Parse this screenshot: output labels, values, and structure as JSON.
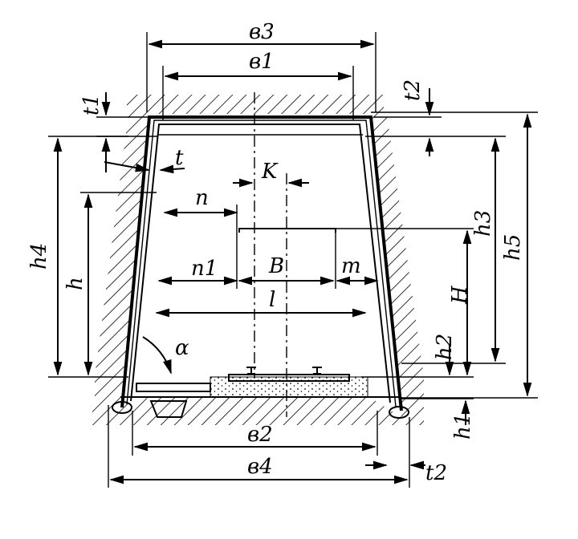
{
  "drawing": {
    "labels": {
      "b3": "в3",
      "b1": "в1",
      "t1": "t1",
      "t_top_right": "t2",
      "t": "t",
      "k": "K",
      "n": "n",
      "n1": "n1",
      "B": "B",
      "m": "m",
      "l": "l",
      "h4": "h4",
      "h": "h",
      "h3": "h3",
      "h5": "h5",
      "H": "H",
      "h2": "h2",
      "h1": "h1",
      "alpha": "α",
      "b2": "в2",
      "b4": "в4",
      "t2": "t2"
    },
    "colors": {
      "ink": "#000000",
      "background": "#ffffff"
    }
  }
}
